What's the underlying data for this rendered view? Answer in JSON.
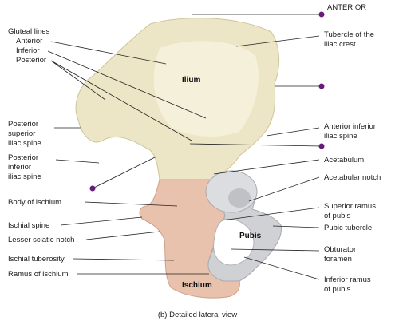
{
  "labels": {
    "anterior": "ANTERIOR",
    "gluteal_lines": "Gluteal lines",
    "gluteal_anterior": "Anterior",
    "gluteal_inferior": "Inferior",
    "gluteal_posterior": "Posterior",
    "psis_1": "Posterior",
    "psis_2": "superior",
    "psis_3": "iliac spine",
    "piis_1": "Posterior",
    "piis_2": "inferior",
    "piis_3": "iliac spine",
    "body_ischium": "Body of ischium",
    "ischial_spine": "Ischial spine",
    "lesser_sciatic": "Lesser sciatic notch",
    "ischial_tuberosity": "Ischial tuberosity",
    "ramus_ischium": "Ramus of ischium",
    "tubercle_1": "Tubercle of the",
    "tubercle_2": "iliac crest",
    "aiis_1": "Anterior inferior",
    "aiis_2": "iliac spine",
    "acetabulum": "Acetabulum",
    "acetabular_notch": "Acetabular notch",
    "sup_ramus_1": "Superior ramus",
    "sup_ramus_2": "of pubis",
    "pubic_tubercle": "Pubic tubercle",
    "obturator_1": "Obturator",
    "obturator_2": "foramen",
    "inf_ramus_1": "Inferior ramus",
    "inf_ramus_2": "of pubis"
  },
  "bones": {
    "ilium": "Ilium",
    "pubis": "Pubis",
    "ischium": "Ischium"
  },
  "caption": "(b) Detailed lateral view",
  "colors": {
    "ilium": "#ece6c6",
    "ischium": "#e8c2ad",
    "pubis": "#cfd1d5",
    "marker": "#6a1a7a",
    "leader": "#222222"
  }
}
